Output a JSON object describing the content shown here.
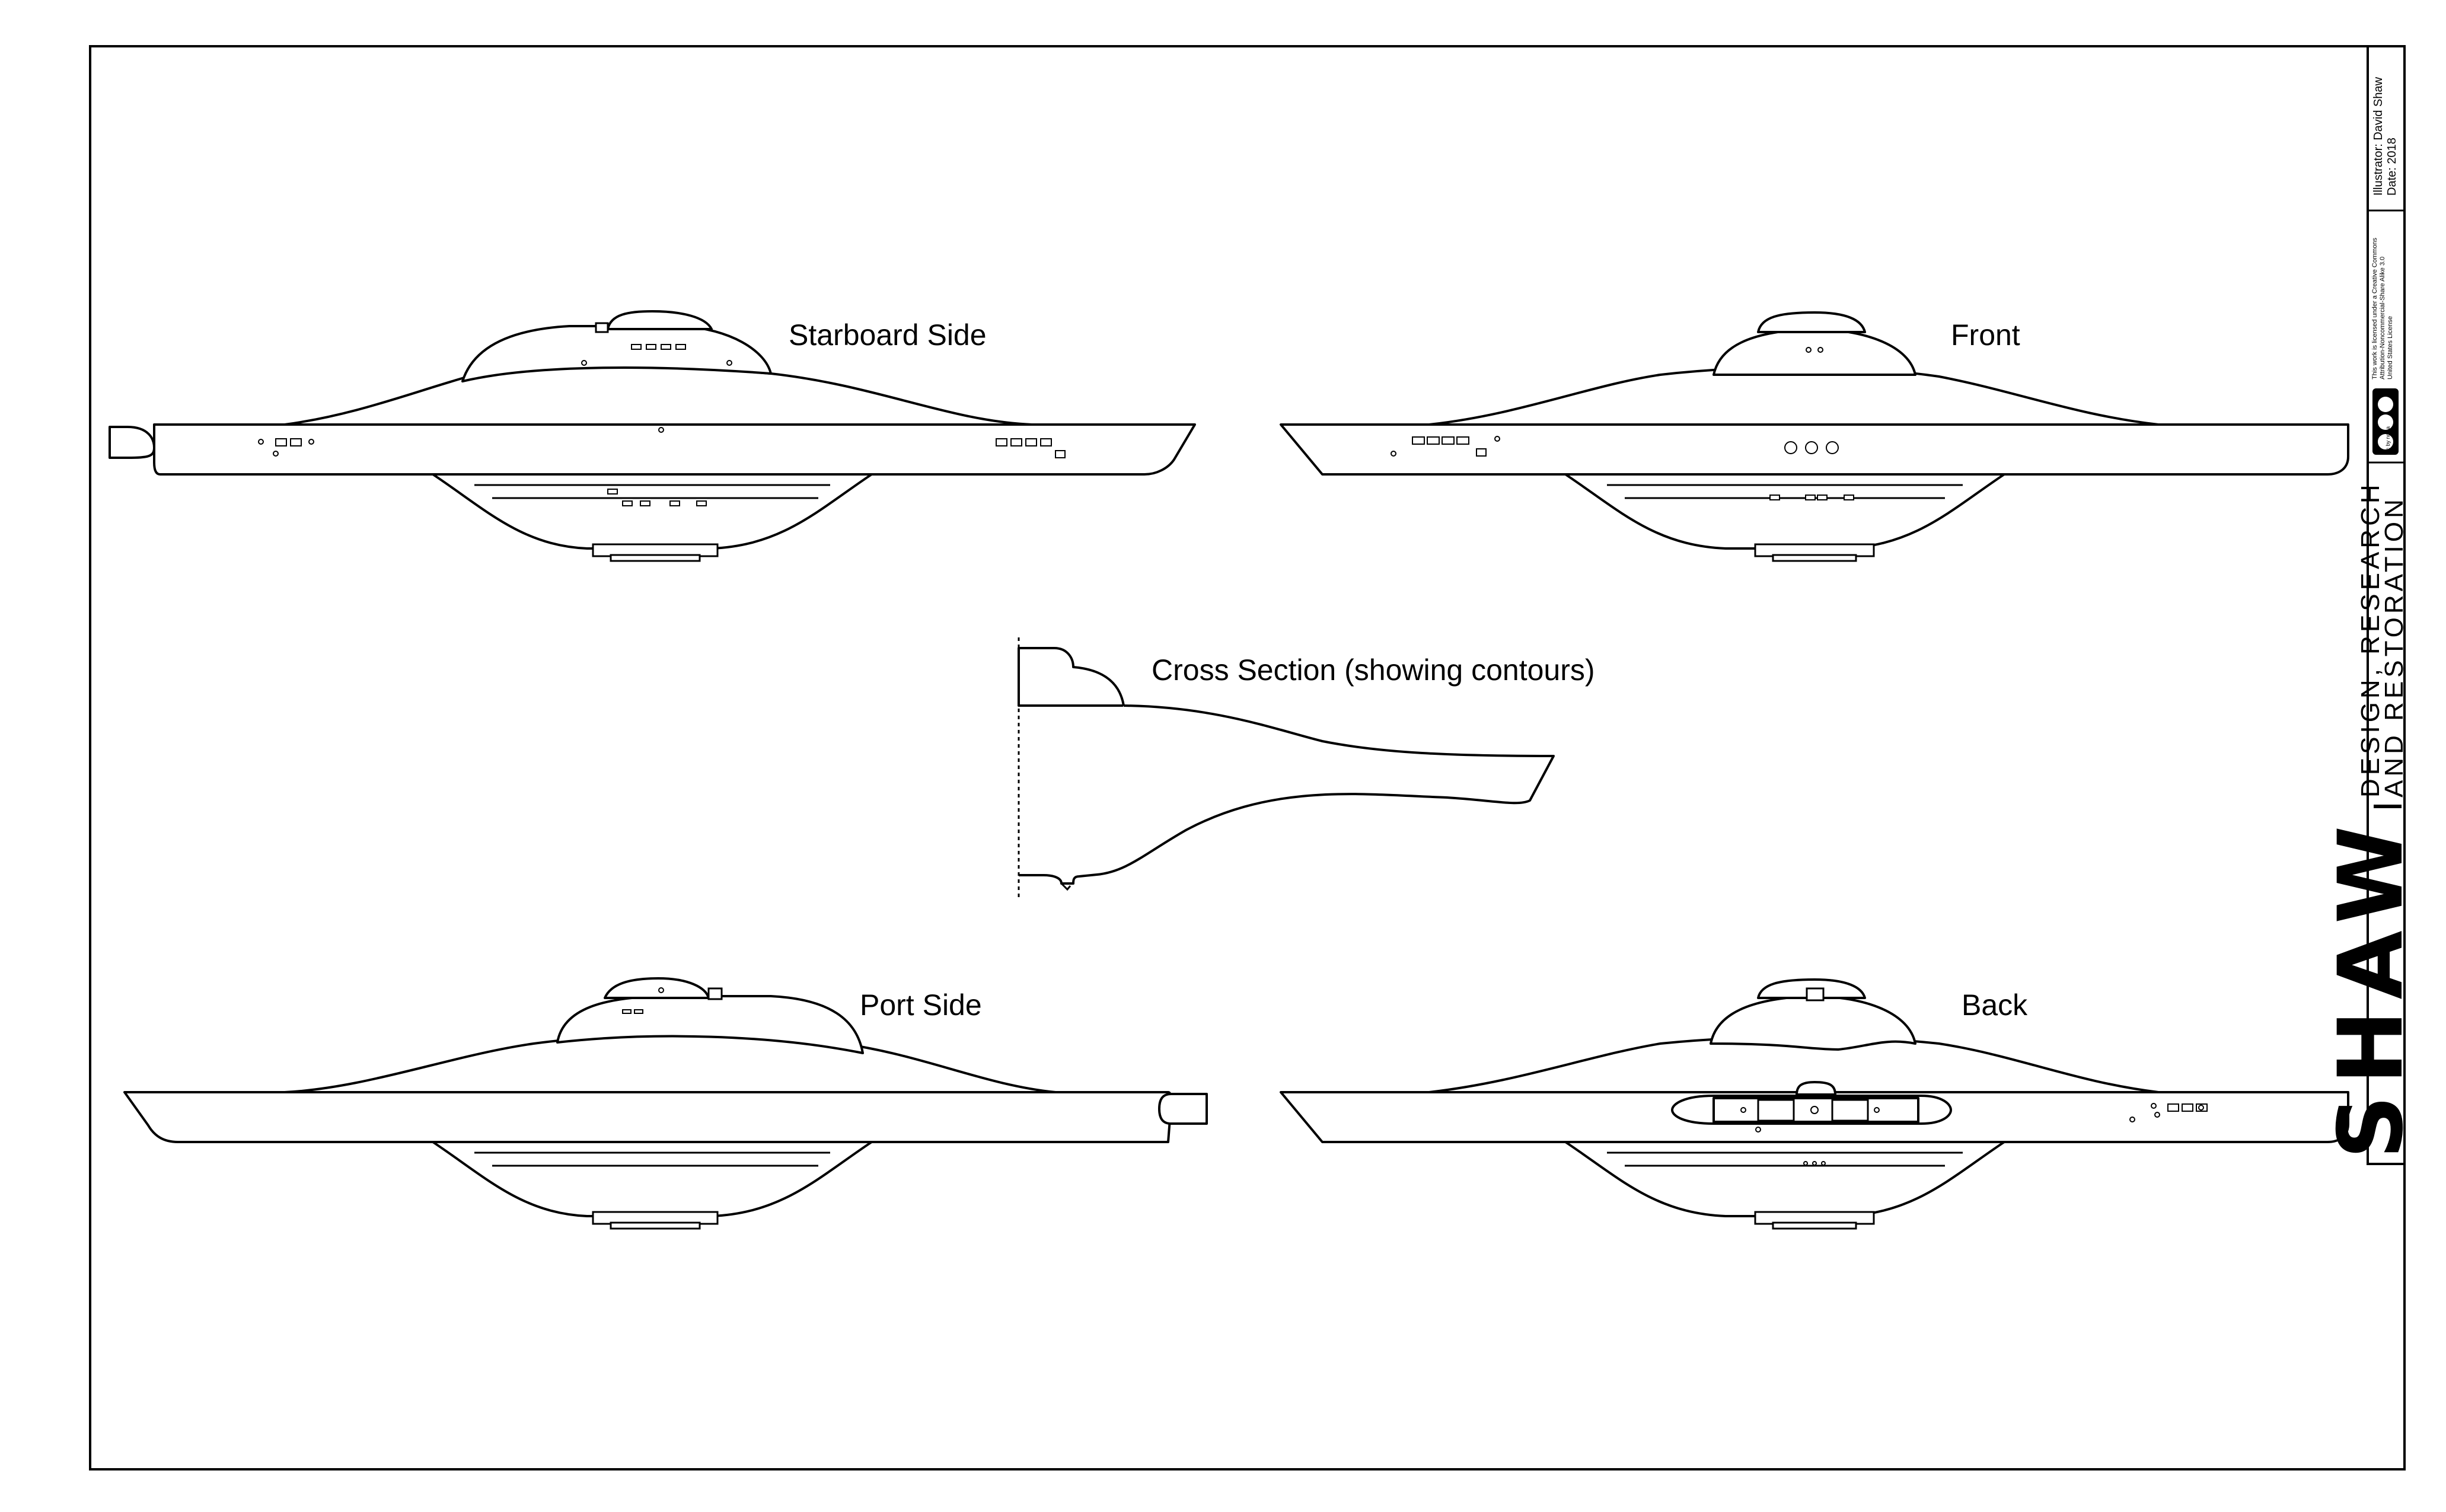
{
  "views": {
    "starboard": "Starboard Side",
    "front": "Front",
    "cross_section": "Cross Section (showing contours)",
    "port": "Port Side",
    "back": "Back"
  },
  "title_block": {
    "illustrator": "Illustrator: David Shaw",
    "date": "Date: 2018",
    "license_line1": "This work is licensed under a Creative Commons",
    "license_line2": "Attribution-Noncommercial-Share Alike 3.0",
    "license_line3": "United States License",
    "license_badge": "cc by nc sa",
    "company_line1": "DESIGN, RESEARCH",
    "company_line2": "AND RESTORATION",
    "brand": "SHAW"
  }
}
